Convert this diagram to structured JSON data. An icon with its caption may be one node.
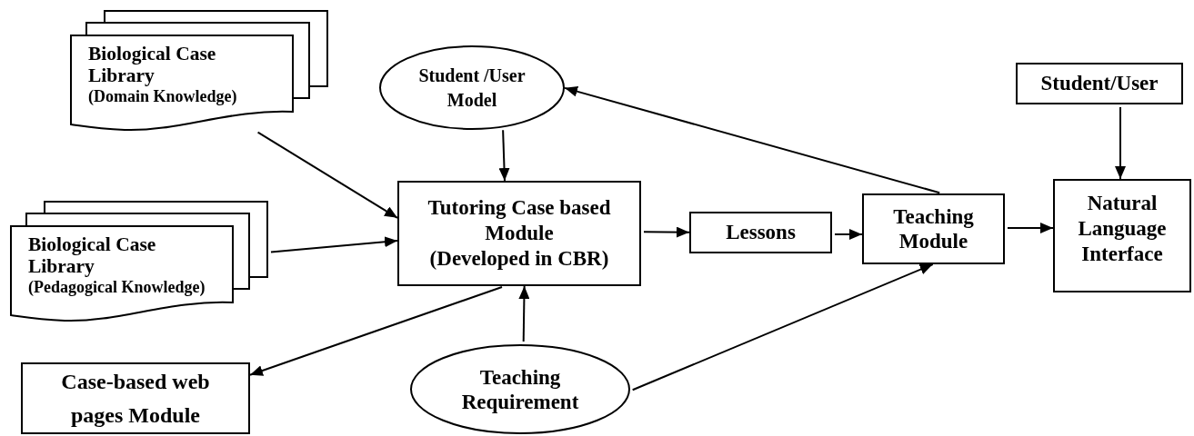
{
  "diagram": {
    "nodes": [
      {
        "text": [
          "Biological Case Library",
          "(Domain Knowledge)"
        ]
      },
      {
        "text": [
          "Student /User Model"
        ]
      },
      {
        "text": [
          "Student/User"
        ]
      },
      {
        "text": [
          "Biological Case Library",
          "(Pedagogical Knowledge)"
        ]
      },
      {
        "text": [
          "Tutoring Case based Module",
          "(Developed in CBR)"
        ]
      },
      {
        "text": [
          "Lessons"
        ]
      },
      {
        "text": [
          "Teaching Module"
        ]
      },
      {
        "text": [
          "Natural Language Interface"
        ]
      },
      {
        "text": [
          "Case-based web pages Module"
        ]
      },
      {
        "text": [
          "Teaching Requirement"
        ]
      }
    ],
    "edges": [
      {
        "from": 0,
        "to": 4,
        "arrow": "to"
      },
      {
        "from": 3,
        "to": 4,
        "arrow": "to"
      },
      {
        "from": 1,
        "to": 4,
        "arrow": "to"
      },
      {
        "from": 9,
        "to": 4,
        "arrow": "to"
      },
      {
        "from": 4,
        "to": 5,
        "arrow": "to"
      },
      {
        "from": 5,
        "to": 6,
        "arrow": "to"
      },
      {
        "from": 6,
        "to": 1,
        "arrow": "to"
      },
      {
        "from": 9,
        "to": 6,
        "arrow": "to"
      },
      {
        "from": 4,
        "to": 8,
        "arrow": "to"
      },
      {
        "from": 6,
        "to": 7,
        "arrow": "to"
      },
      {
        "from": 2,
        "to": 7,
        "arrow": "to"
      }
    ]
  }
}
